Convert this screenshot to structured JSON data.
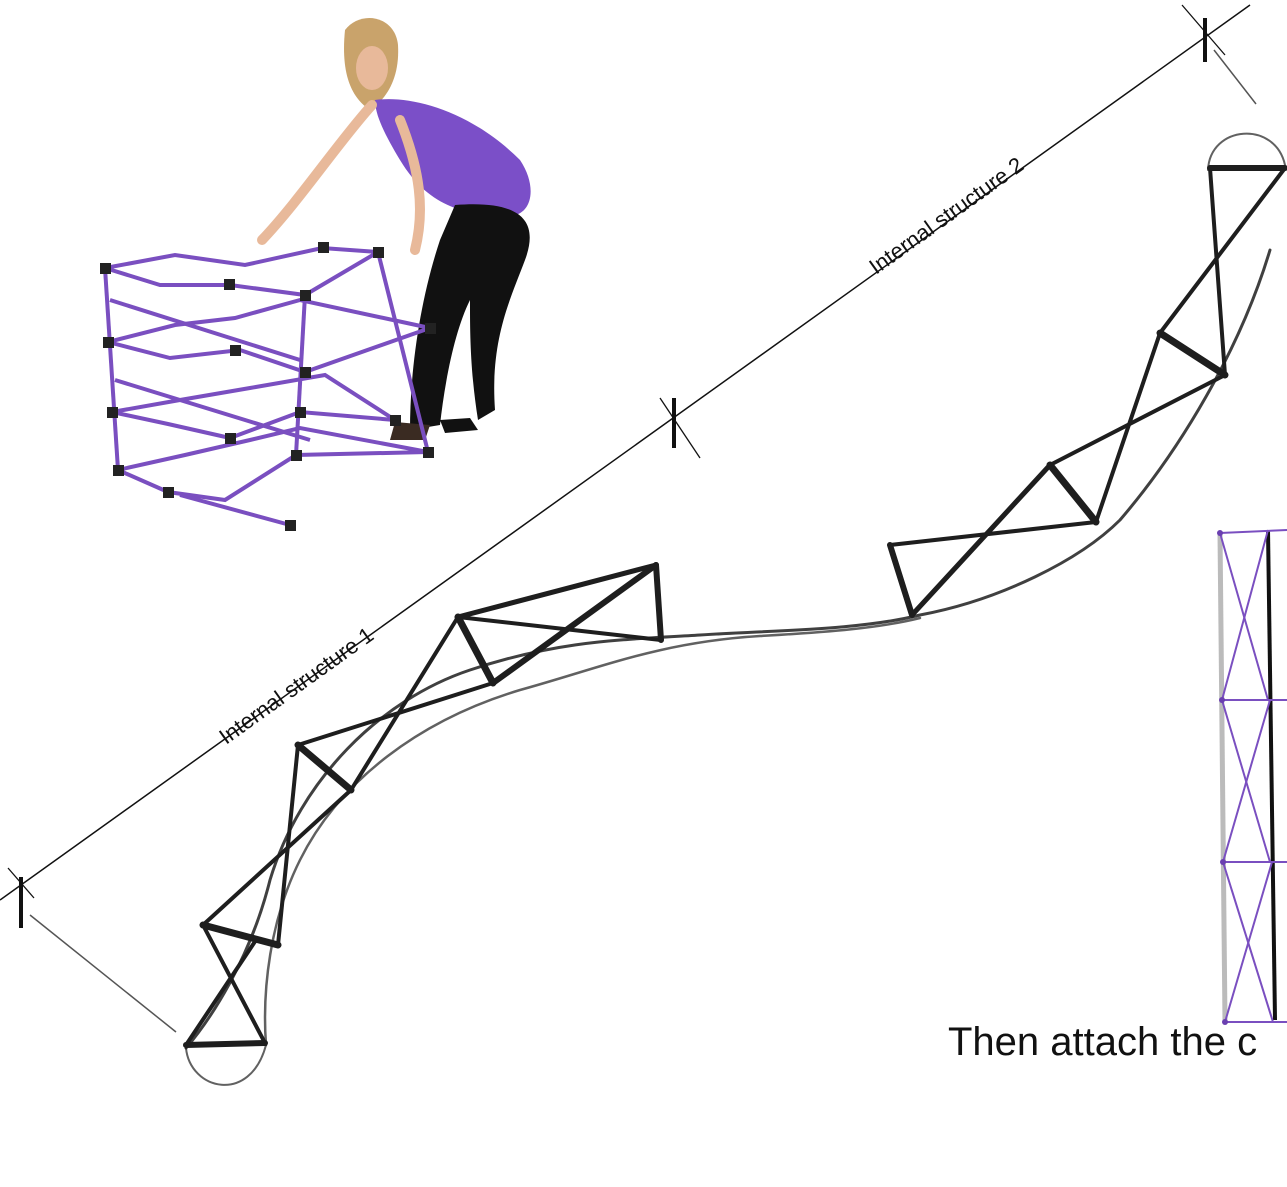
{
  "dimension_labels": {
    "segment_1": "Internal structure 1",
    "segment_2": "Internal structure 2"
  },
  "caption": "Then attach the c",
  "colors": {
    "frame": "#7a4fc0",
    "sketch": "#1e1e1e",
    "shirt": "#7b4fc8",
    "pants": "#111111"
  },
  "icons": {
    "person": "person-assembling-frame",
    "folded_frame": "folded-popup-frame",
    "wall_frame": "upright-frame-panel"
  }
}
